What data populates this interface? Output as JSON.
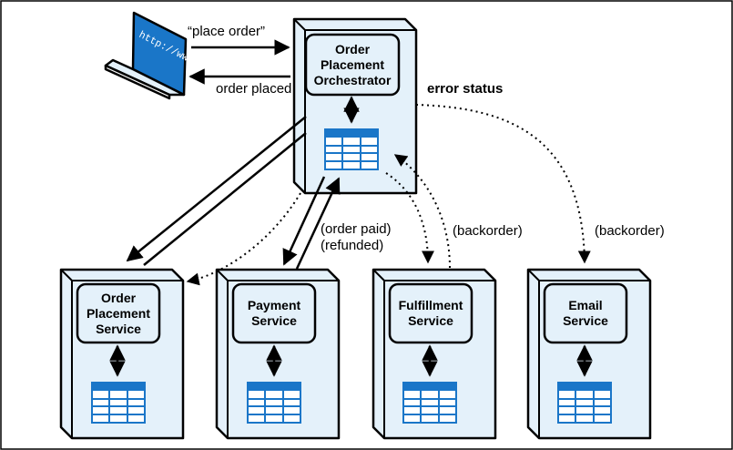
{
  "orchestrator": {
    "lines": [
      "Order",
      "Placement",
      "Orchestrator"
    ]
  },
  "services": [
    {
      "lines": [
        "Order",
        "Placement",
        "Service"
      ]
    },
    {
      "lines": [
        "Payment",
        "Service"
      ]
    },
    {
      "lines": [
        "Fulfillment",
        "Service"
      ]
    },
    {
      "lines": [
        "Email",
        "Service"
      ]
    }
  ],
  "laptop_screen_text": "http://www",
  "labels": {
    "place_order": "“place order”",
    "order_placed": "order placed",
    "error_status": "error status",
    "order_paid": "(order paid)",
    "refunded": "(refunded)",
    "backorder_fulfillment": "(backorder)",
    "backorder_email": "(backorder)"
  },
  "colors": {
    "box_fill": "#e4f1fa",
    "box_stroke": "#000000",
    "table_blue": "#1a76c8",
    "screen_blue": "#1a76c8"
  }
}
